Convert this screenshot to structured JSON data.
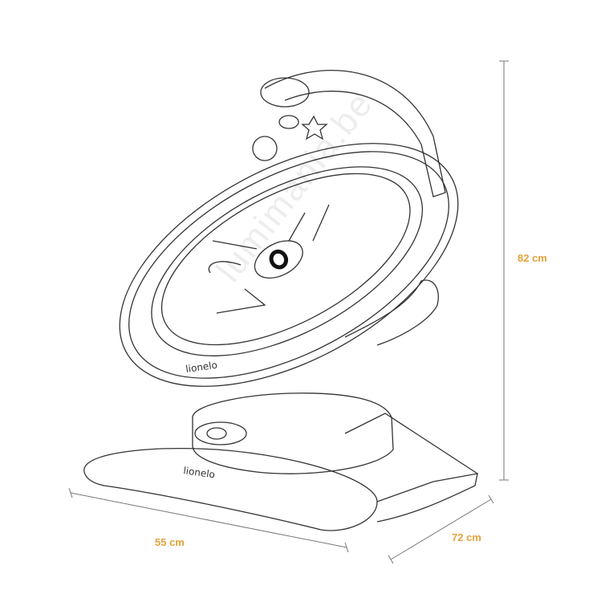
{
  "product": {
    "brand_seat": "lionelo",
    "brand_base": "lionelo"
  },
  "dimensions": {
    "height": "82 cm",
    "width": "55 cm",
    "depth": "72 cm"
  },
  "watermark": "lumimania.be",
  "colors": {
    "dimension": "#e3a23c",
    "line": "#333333"
  }
}
